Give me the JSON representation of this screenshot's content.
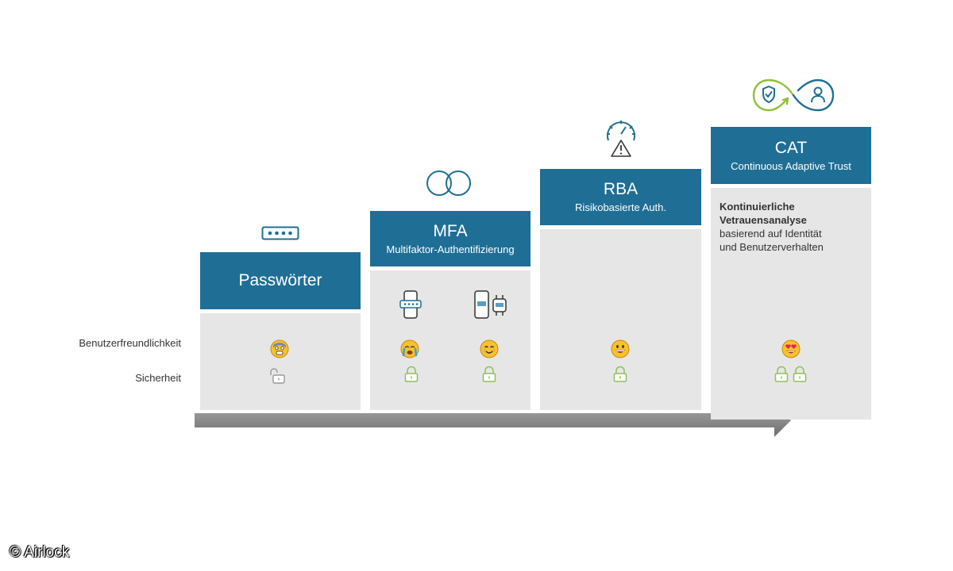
{
  "rows": {
    "usability": "Benutzerfreundlichkeit",
    "security": "Sicherheit"
  },
  "columns": [
    {
      "title": "Passwörter",
      "subtitle": ""
    },
    {
      "title": "MFA",
      "subtitle": "Multifaktor-Authentifizierung"
    },
    {
      "title": "RBA",
      "subtitle": "Risikobasierte Auth."
    },
    {
      "title": "CAT",
      "subtitle": "Continuous Adaptive Trust"
    }
  ],
  "cat_description": {
    "bold_line1": "Kontinuierliche",
    "bold_line2": "Vetrauensanalyse",
    "line3": "basierend auf Identität",
    "line4": "und Benutzerverhalten"
  },
  "icons": {
    "passwords": "password-dots-icon",
    "mfa": "linked-rings-icon",
    "rba": "gauge-warning-icon",
    "cat": "infinity-shield-user-icon"
  },
  "colors": {
    "header_blue": "#1f6e95",
    "panel_gray": "#e6e6e6",
    "lock_green": "#8fbf5a",
    "arrow_gray": "#8c8c8c"
  },
  "copyright": "© Airlock"
}
